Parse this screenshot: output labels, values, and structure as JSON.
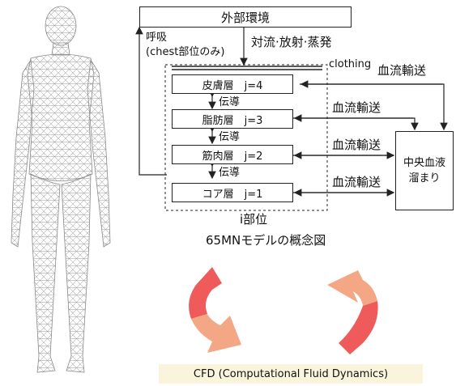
{
  "environment": {
    "label": "外部環境"
  },
  "respiration": {
    "line1": "呼吸",
    "line2": "(chest部位のみ)"
  },
  "heat_exchange": {
    "label": "対流·放射·蒸発"
  },
  "clothing": {
    "label": "clothing"
  },
  "layers": [
    {
      "label": "皮膚層　j=4"
    },
    {
      "label": "脂肪層　j=3"
    },
    {
      "label": "筋肉層　j=2"
    },
    {
      "label": "コア層　j=1"
    }
  ],
  "conduction": {
    "label": "伝導"
  },
  "blood_transport": {
    "label": "血流輸送"
  },
  "central_blood_pool": {
    "line1": "中央血液",
    "line2": "溜まり"
  },
  "segment": {
    "label": "i部位"
  },
  "model_title": {
    "label": "65MNモデルの概念図"
  },
  "cfd_caption": {
    "label": "CFD (Computational Fluid Dynamics)"
  },
  "colors": {
    "arrow_red": "#ef5a5a",
    "arrow_salmon": "#f4a784",
    "caption_bg": "#fbf4dc",
    "figure_line": "#8a8a8a"
  }
}
